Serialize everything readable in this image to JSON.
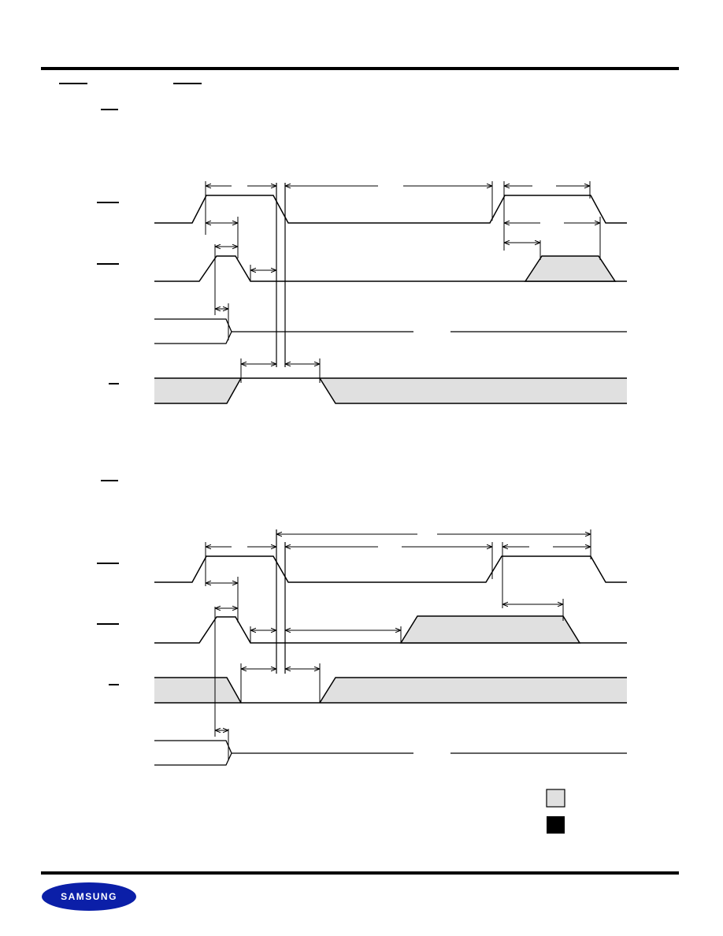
{
  "brand": {
    "logo_text": "SAMSUNG",
    "logo_color": "#0b1fa8",
    "logo_text_color": "#ffffff"
  },
  "colors": {
    "line": "#000000",
    "shaded_region": "#e0e0e0",
    "legend_dark": "#000000"
  },
  "diagrams": [
    {
      "id": "upper-timing-diagram",
      "signals": [
        "signal-1",
        "signal-2",
        "data-bus",
        "signal-4"
      ]
    },
    {
      "id": "lower-timing-diagram",
      "signals": [
        "signal-1",
        "signal-2",
        "signal-3",
        "data-bus"
      ]
    }
  ],
  "legend": [
    {
      "swatch": "light-gray"
    },
    {
      "swatch": "black"
    }
  ]
}
